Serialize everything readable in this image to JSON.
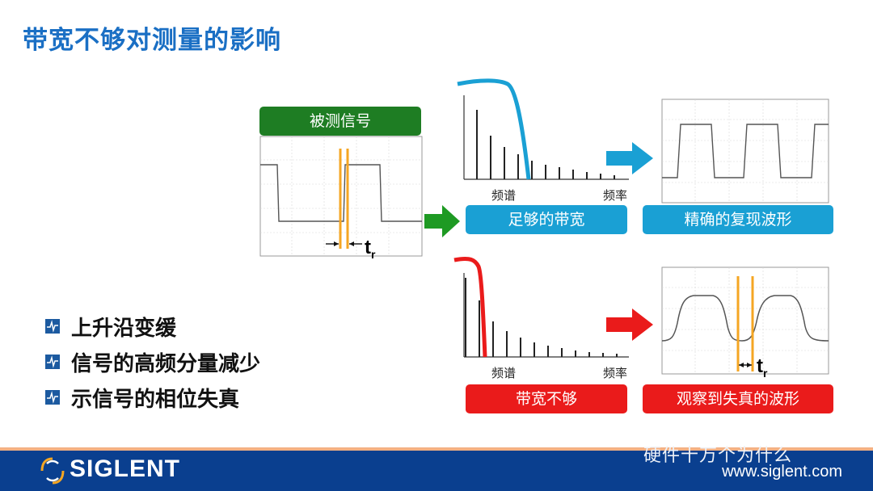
{
  "title": "带宽不够对测量的影响",
  "input": {
    "label": "被测信号",
    "tr_label": "t",
    "tr_sub": "r"
  },
  "top_row": {
    "spectrum_xlabel_left": "频谱",
    "spectrum_xlabel_right": "频率",
    "caption": "足够的带宽",
    "result_caption": "精确的复现波形"
  },
  "bottom_row": {
    "spectrum_xlabel_left": "频谱",
    "spectrum_xlabel_right": "频率",
    "caption": "带宽不够",
    "result_caption": "观察到失真的波形",
    "tr_label": "t",
    "tr_sub": "r"
  },
  "bullets": [
    "上升沿变缓",
    "信号的高频分量减少",
    "示信号的相位失真"
  ],
  "footer": {
    "brand": "SIGLENT",
    "url": "www.siglent.com",
    "watermark": "硬件十万个为什么"
  },
  "colors": {
    "title": "#1a6fc4",
    "green": "#1e7d23",
    "blue": "#1aa0d4",
    "red": "#ea1b1b",
    "marker": "#f5a623",
    "footer": "#0a3f8f"
  }
}
